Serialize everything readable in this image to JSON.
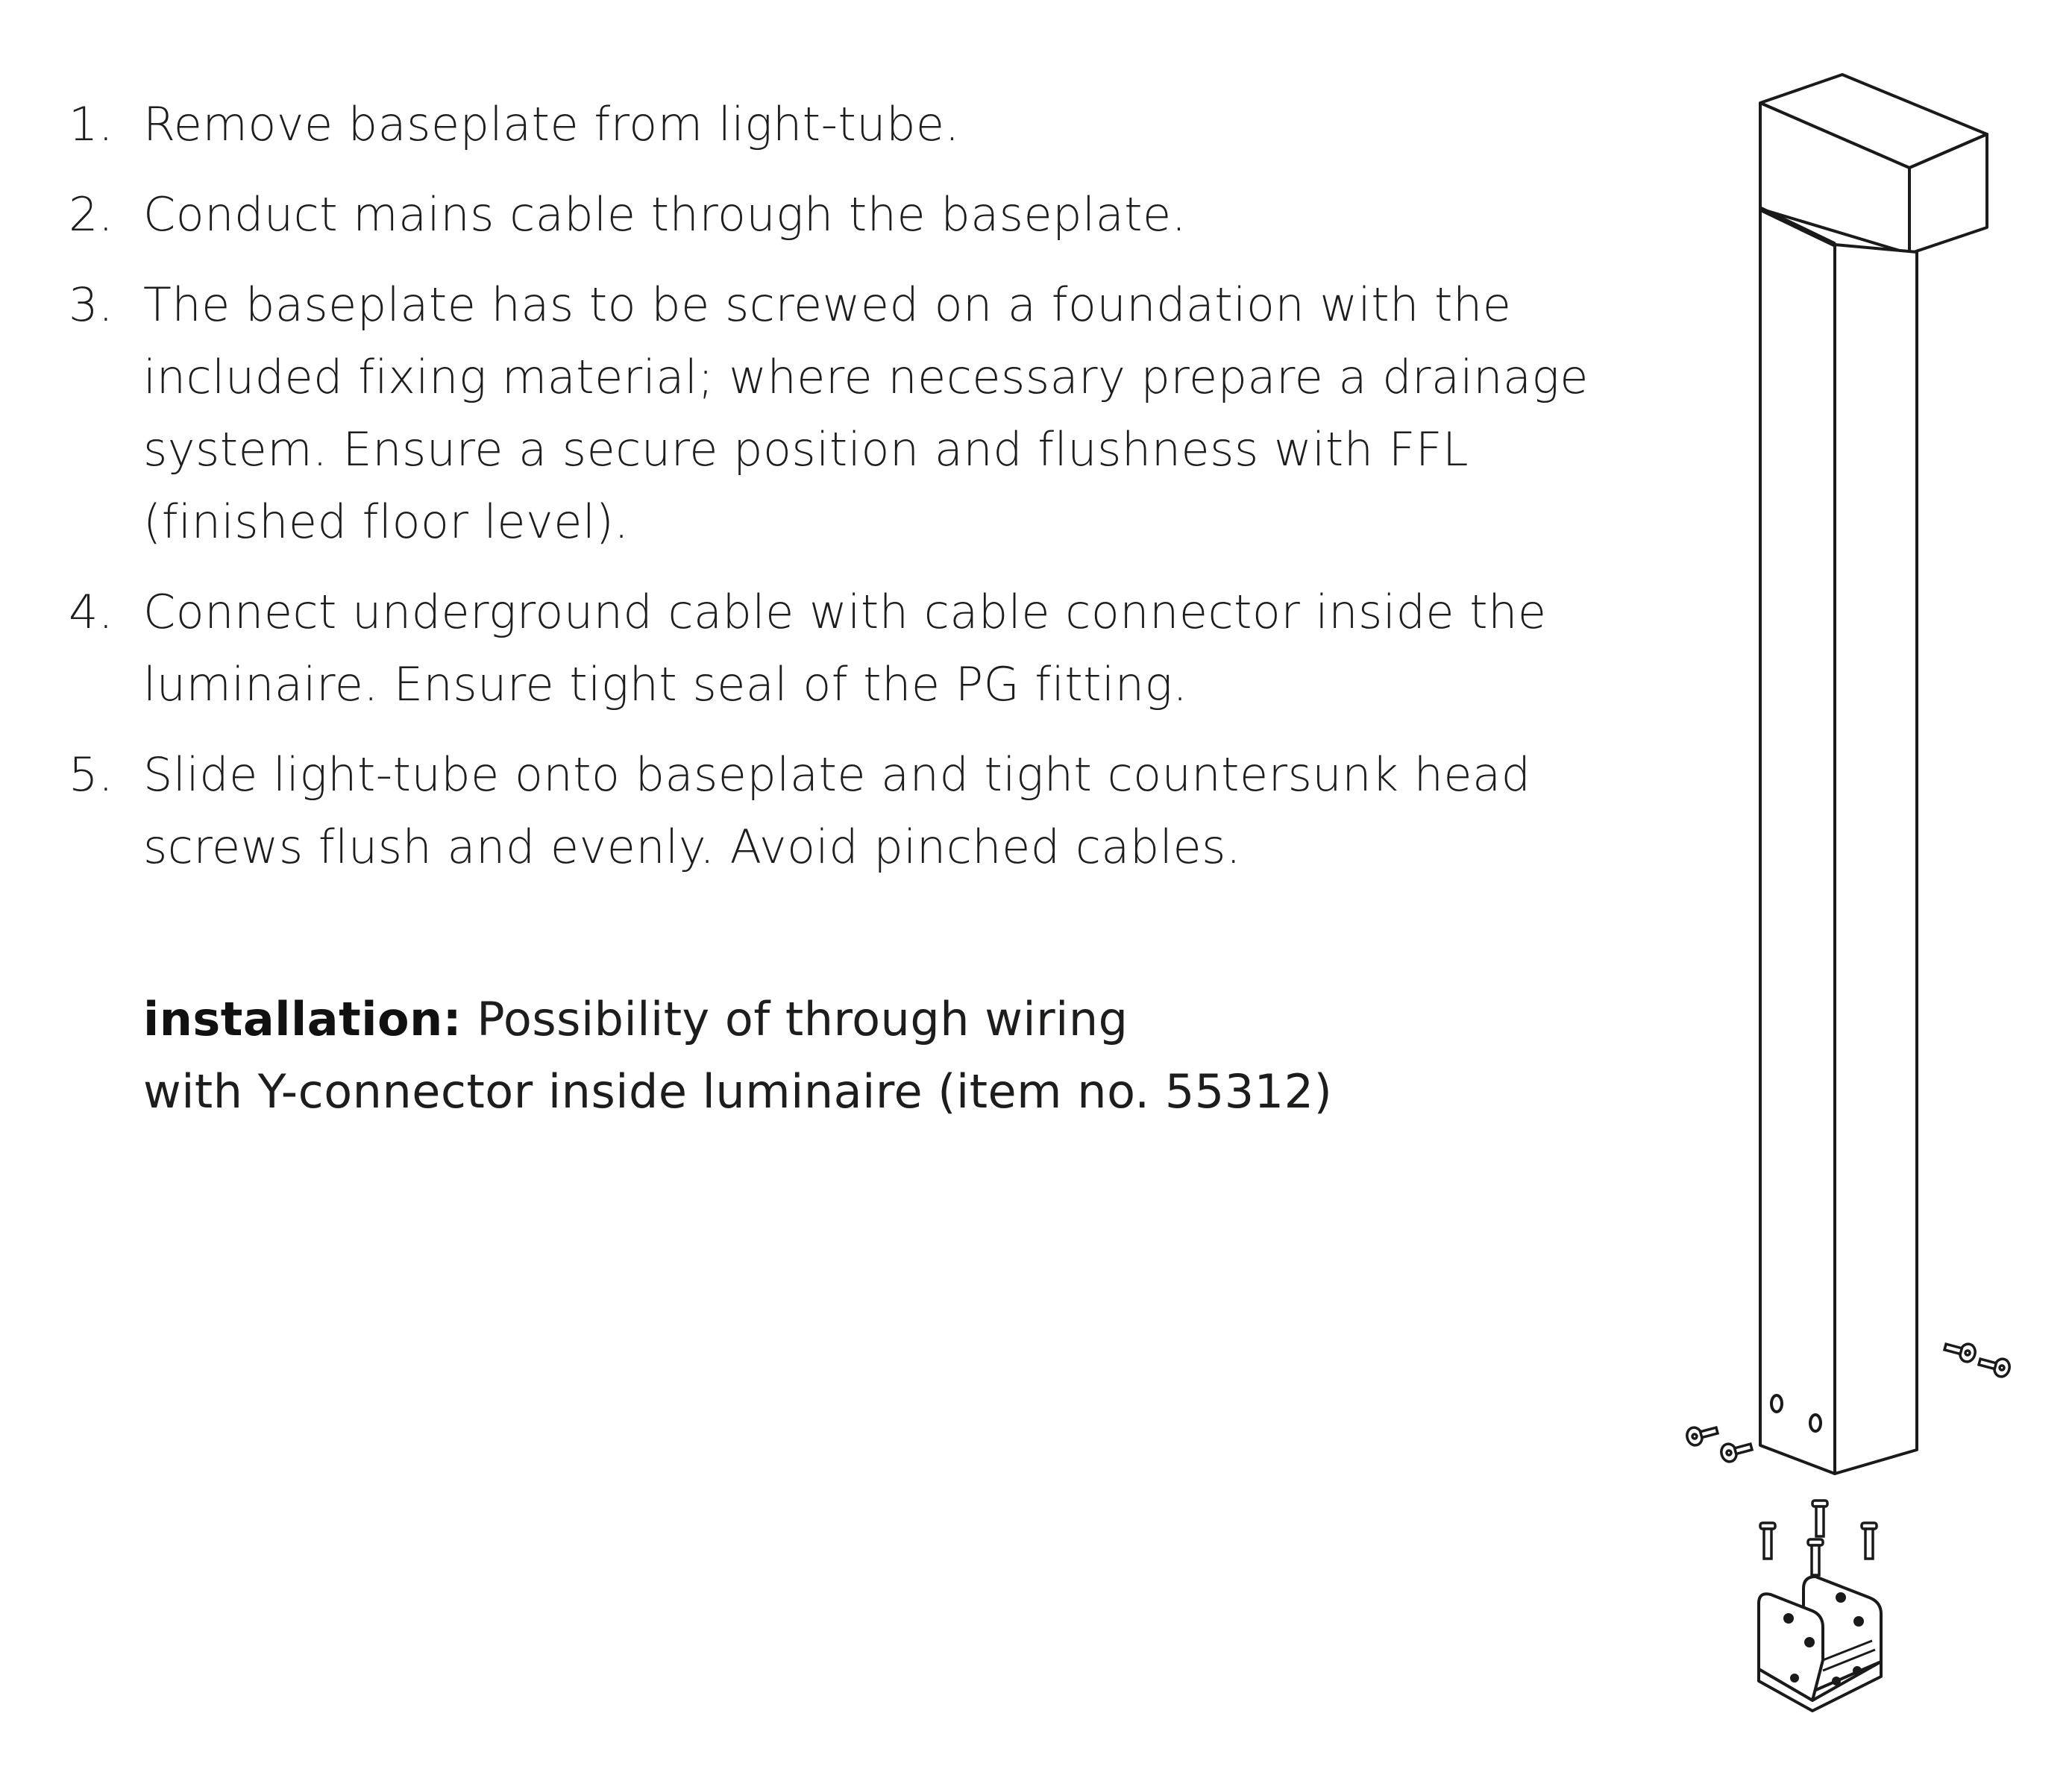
{
  "steps": [
    {
      "num": "1.",
      "text": "Remove baseplate from light-tube."
    },
    {
      "num": "2.",
      "text": "Conduct mains cable through the baseplate."
    },
    {
      "num": "3.",
      "text": "The baseplate has to be screwed on a foundation with the included fixing material; where necessary prepare a drainage system. Ensure a secure position and flushness with FFL (finished floor level)."
    },
    {
      "num": "4.",
      "text": "Connect underground cable with cable connector inside the luminaire. Ensure tight seal of the PG fitting."
    },
    {
      "num": "5.",
      "text": "Slide light-tube onto baseplate and tight countersunk head screws flush and evenly. Avoid pinched cables."
    }
  ],
  "note": {
    "label": "installation:",
    "line1": " Possibility of through wiring",
    "line2": "with Y-connector inside luminaire (item no. 55312)"
  },
  "colors": {
    "text": "#1d1d1b",
    "line": "#1a1a1a"
  }
}
